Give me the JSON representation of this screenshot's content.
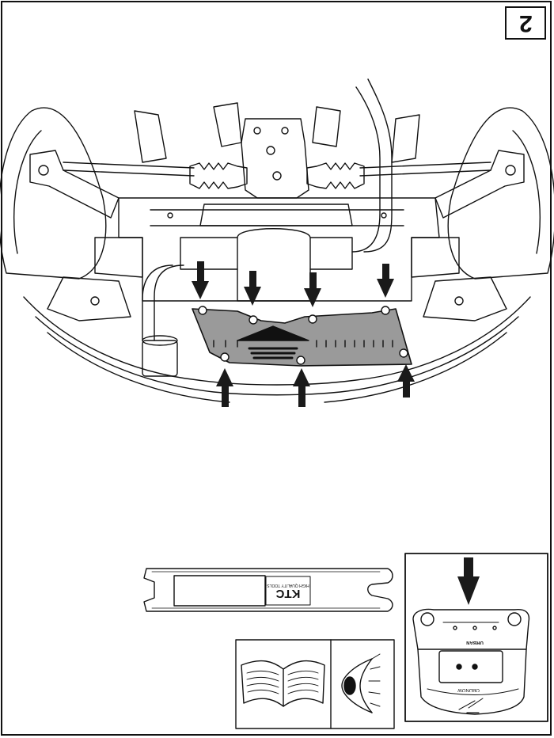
{
  "step": {
    "number": "2"
  },
  "tool": {
    "brand": "KTC",
    "tagline": "HIGH QUALITY TOOLS"
  },
  "device": {
    "brand": "URBAN",
    "label": "OBDNOW"
  },
  "colors": {
    "line": "#111111",
    "shield_fill": "#9a9a9a",
    "arrow": "#1a1a1a"
  },
  "icons": [
    "down-arrow-icon",
    "up-arrow-icon",
    "eye-icon",
    "manual-icon"
  ]
}
